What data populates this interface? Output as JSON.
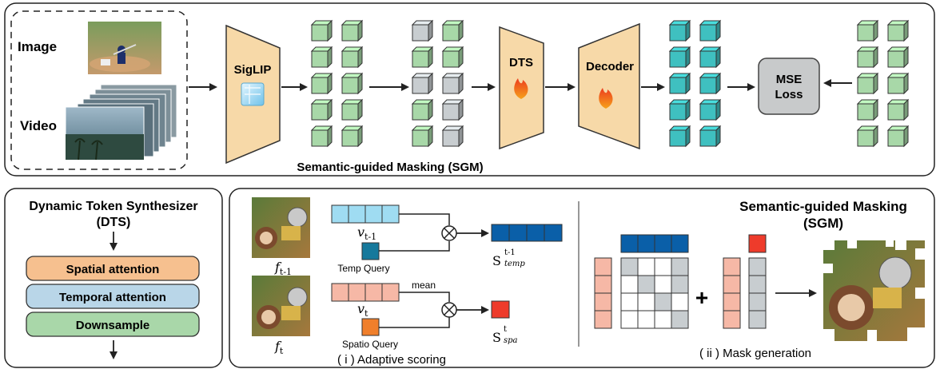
{
  "top": {
    "input_labels": {
      "image": "Image",
      "video": "Video"
    },
    "encoder_label": "SigLIP",
    "dts_label": "DTS",
    "decoder_label": "Decoder",
    "loss_label_line1": "MSE",
    "loss_label_line2": "Loss",
    "caption": "Semantic-guided Masking (SGM)"
  },
  "dts_panel": {
    "title_line1": "Dynamic Token Synthesizer",
    "title_line2": "(DTS)",
    "steps": [
      "Spatial attention",
      "Temporal attention",
      "Downsample"
    ]
  },
  "scoring": {
    "frame_prev_label": "f",
    "frame_prev_sub": "t-1",
    "frame_cur_label": "f",
    "frame_cur_sub": "t",
    "v_prev": "v",
    "v_prev_sub": "t-1",
    "v_cur": "v",
    "v_cur_sub": "t",
    "temp_query": "Temp Query",
    "spatio_query": "Spatio Query",
    "mean_label": "mean",
    "s_temp": "S",
    "s_temp_sup": "t-1",
    "s_temp_sub": "temp",
    "s_spa": "S",
    "s_spa_sup": "t",
    "s_spa_sub": "spa",
    "caption": "( i ) Adaptive scoring"
  },
  "mask": {
    "title_line1": "Semantic-guided Masking",
    "title_line2": "(SGM)",
    "plus": "+",
    "caption": "( ii ) Mask generation"
  },
  "colors": {
    "green_token": "#a8d8a8",
    "gray_token": "#c8cdd0",
    "teal_token": "#3fc0c0",
    "funnel": "#f7d9a8",
    "spatial": "#f6c08f",
    "temporal": "#b9d6e8",
    "downsample": "#a9d7a9",
    "light_blue": "#9fdcf2",
    "dark_blue": "#0a5fa8",
    "salmon": "#f6b8a6",
    "red": "#ee3b2b",
    "orange": "#f07f2b",
    "teal_query": "#16799c"
  }
}
